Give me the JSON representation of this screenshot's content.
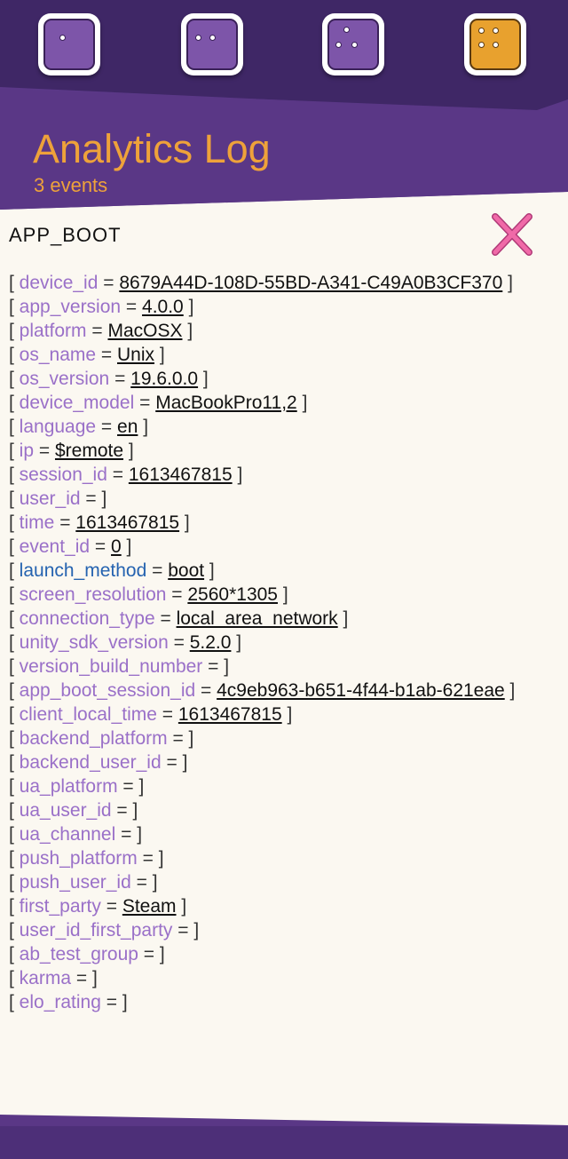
{
  "tabs": [
    {
      "icon": "die-one-icon",
      "pips": 1,
      "active": false
    },
    {
      "icon": "die-two-icon",
      "pips": 2,
      "active": false
    },
    {
      "icon": "die-three-icon",
      "pips": 3,
      "active": false
    },
    {
      "icon": "die-four-icon",
      "pips": 4,
      "active": true
    }
  ],
  "header": {
    "title": "Analytics Log",
    "subtitle": "3 events"
  },
  "event": {
    "name": "APP_BOOT"
  },
  "colors": {
    "accent": "#eea23a",
    "header": "#5a3786",
    "key": "#9a70c8",
    "key_highlight": "#2563b0",
    "close": "#f06aa8"
  },
  "params": [
    {
      "key": "device_id",
      "value": "8679A44D-108D-55BD-A341-C49A0B3CF370"
    },
    {
      "key": "app_version",
      "value": "4.0.0"
    },
    {
      "key": "platform",
      "value": "MacOSX"
    },
    {
      "key": "os_name",
      "value": "Unix"
    },
    {
      "key": "os_version",
      "value": "19.6.0.0"
    },
    {
      "key": "device_model",
      "value": "MacBookPro11,2"
    },
    {
      "key": "language",
      "value": "en"
    },
    {
      "key": "ip",
      "value": "$remote"
    },
    {
      "key": "session_id",
      "value": "1613467815"
    },
    {
      "key": "user_id",
      "value": ""
    },
    {
      "key": "time",
      "value": "1613467815"
    },
    {
      "key": "event_id",
      "value": "0"
    },
    {
      "key": "launch_method",
      "value": "boot",
      "highlight": true
    },
    {
      "key": "screen_resolution",
      "value": "2560*1305"
    },
    {
      "key": "connection_type",
      "value": "local_area_network"
    },
    {
      "key": "unity_sdk_version",
      "value": "5.2.0"
    },
    {
      "key": "version_build_number",
      "value": ""
    },
    {
      "key": "app_boot_session_id",
      "value": "4c9eb963-b651-4f44-b1ab-621eae"
    },
    {
      "key": "client_local_time",
      "value": "1613467815"
    },
    {
      "key": "backend_platform",
      "value": ""
    },
    {
      "key": "backend_user_id",
      "value": ""
    },
    {
      "key": "ua_platform",
      "value": ""
    },
    {
      "key": "ua_user_id",
      "value": ""
    },
    {
      "key": "ua_channel",
      "value": ""
    },
    {
      "key": "push_platform",
      "value": ""
    },
    {
      "key": "push_user_id",
      "value": ""
    },
    {
      "key": "first_party",
      "value": "Steam"
    },
    {
      "key": "user_id_first_party",
      "value": ""
    },
    {
      "key": "ab_test_group",
      "value": ""
    },
    {
      "key": "karma",
      "value": ""
    },
    {
      "key": "elo_rating",
      "value": ""
    }
  ]
}
